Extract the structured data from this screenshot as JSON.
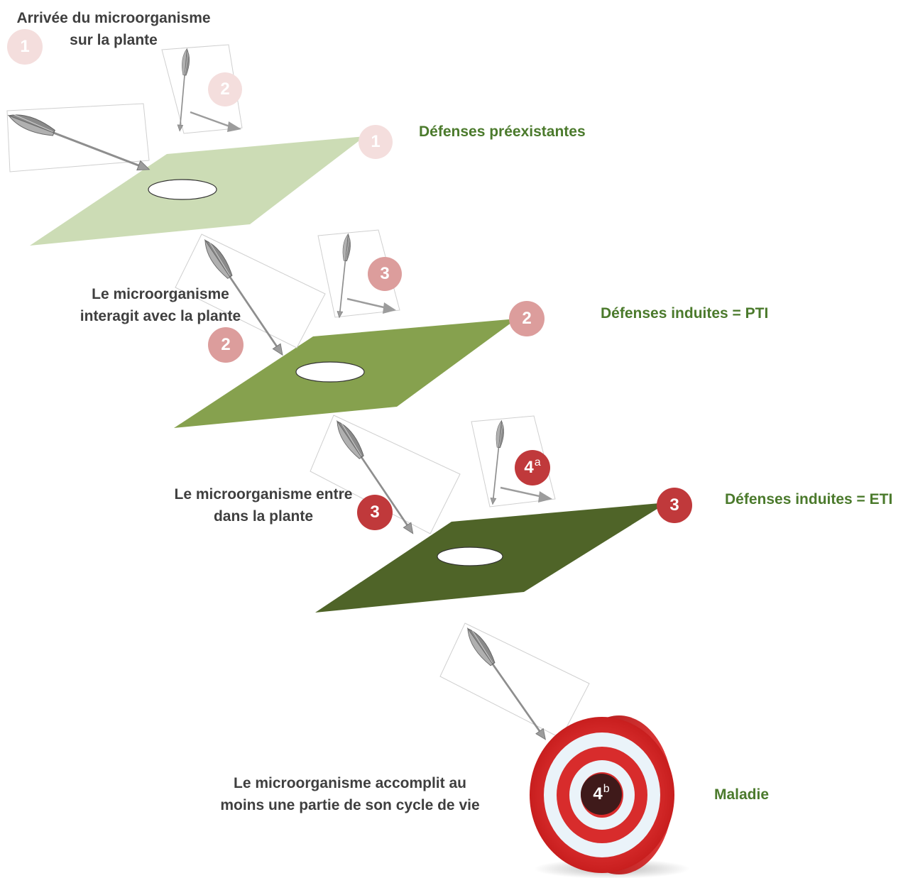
{
  "labels": {
    "arrival": [
      "Arrivée du microorganisme",
      "sur la plante"
    ],
    "interacts": [
      "Le microorganisme",
      "interagit avec la plante"
    ],
    "enters": [
      "Le microorganisme entre",
      "dans la plante"
    ],
    "completes": [
      "Le microorganisme accomplit au",
      "moins une partie de son cycle de vie"
    ]
  },
  "defenses": {
    "preexisting": "Défenses préexistantes",
    "pti": "Défenses induites = PTI",
    "eti": "Défenses induites = ETI",
    "disease": "Maladie"
  },
  "badges": {
    "one": "1",
    "two": "2",
    "three": "3",
    "four": "4",
    "sup_a": "a",
    "sup_b": "b"
  },
  "colors": {
    "layer1": "#ccdcb5",
    "layer2": "#86a14e",
    "layer3": "#4f6428",
    "badge1": "#f4dedd",
    "badge2": "#dc9d9c",
    "badge3": "#c0393b",
    "badge4b": "#3f1a1a",
    "text_green": "#4b7a2c",
    "target_red": "#d82c2c"
  }
}
